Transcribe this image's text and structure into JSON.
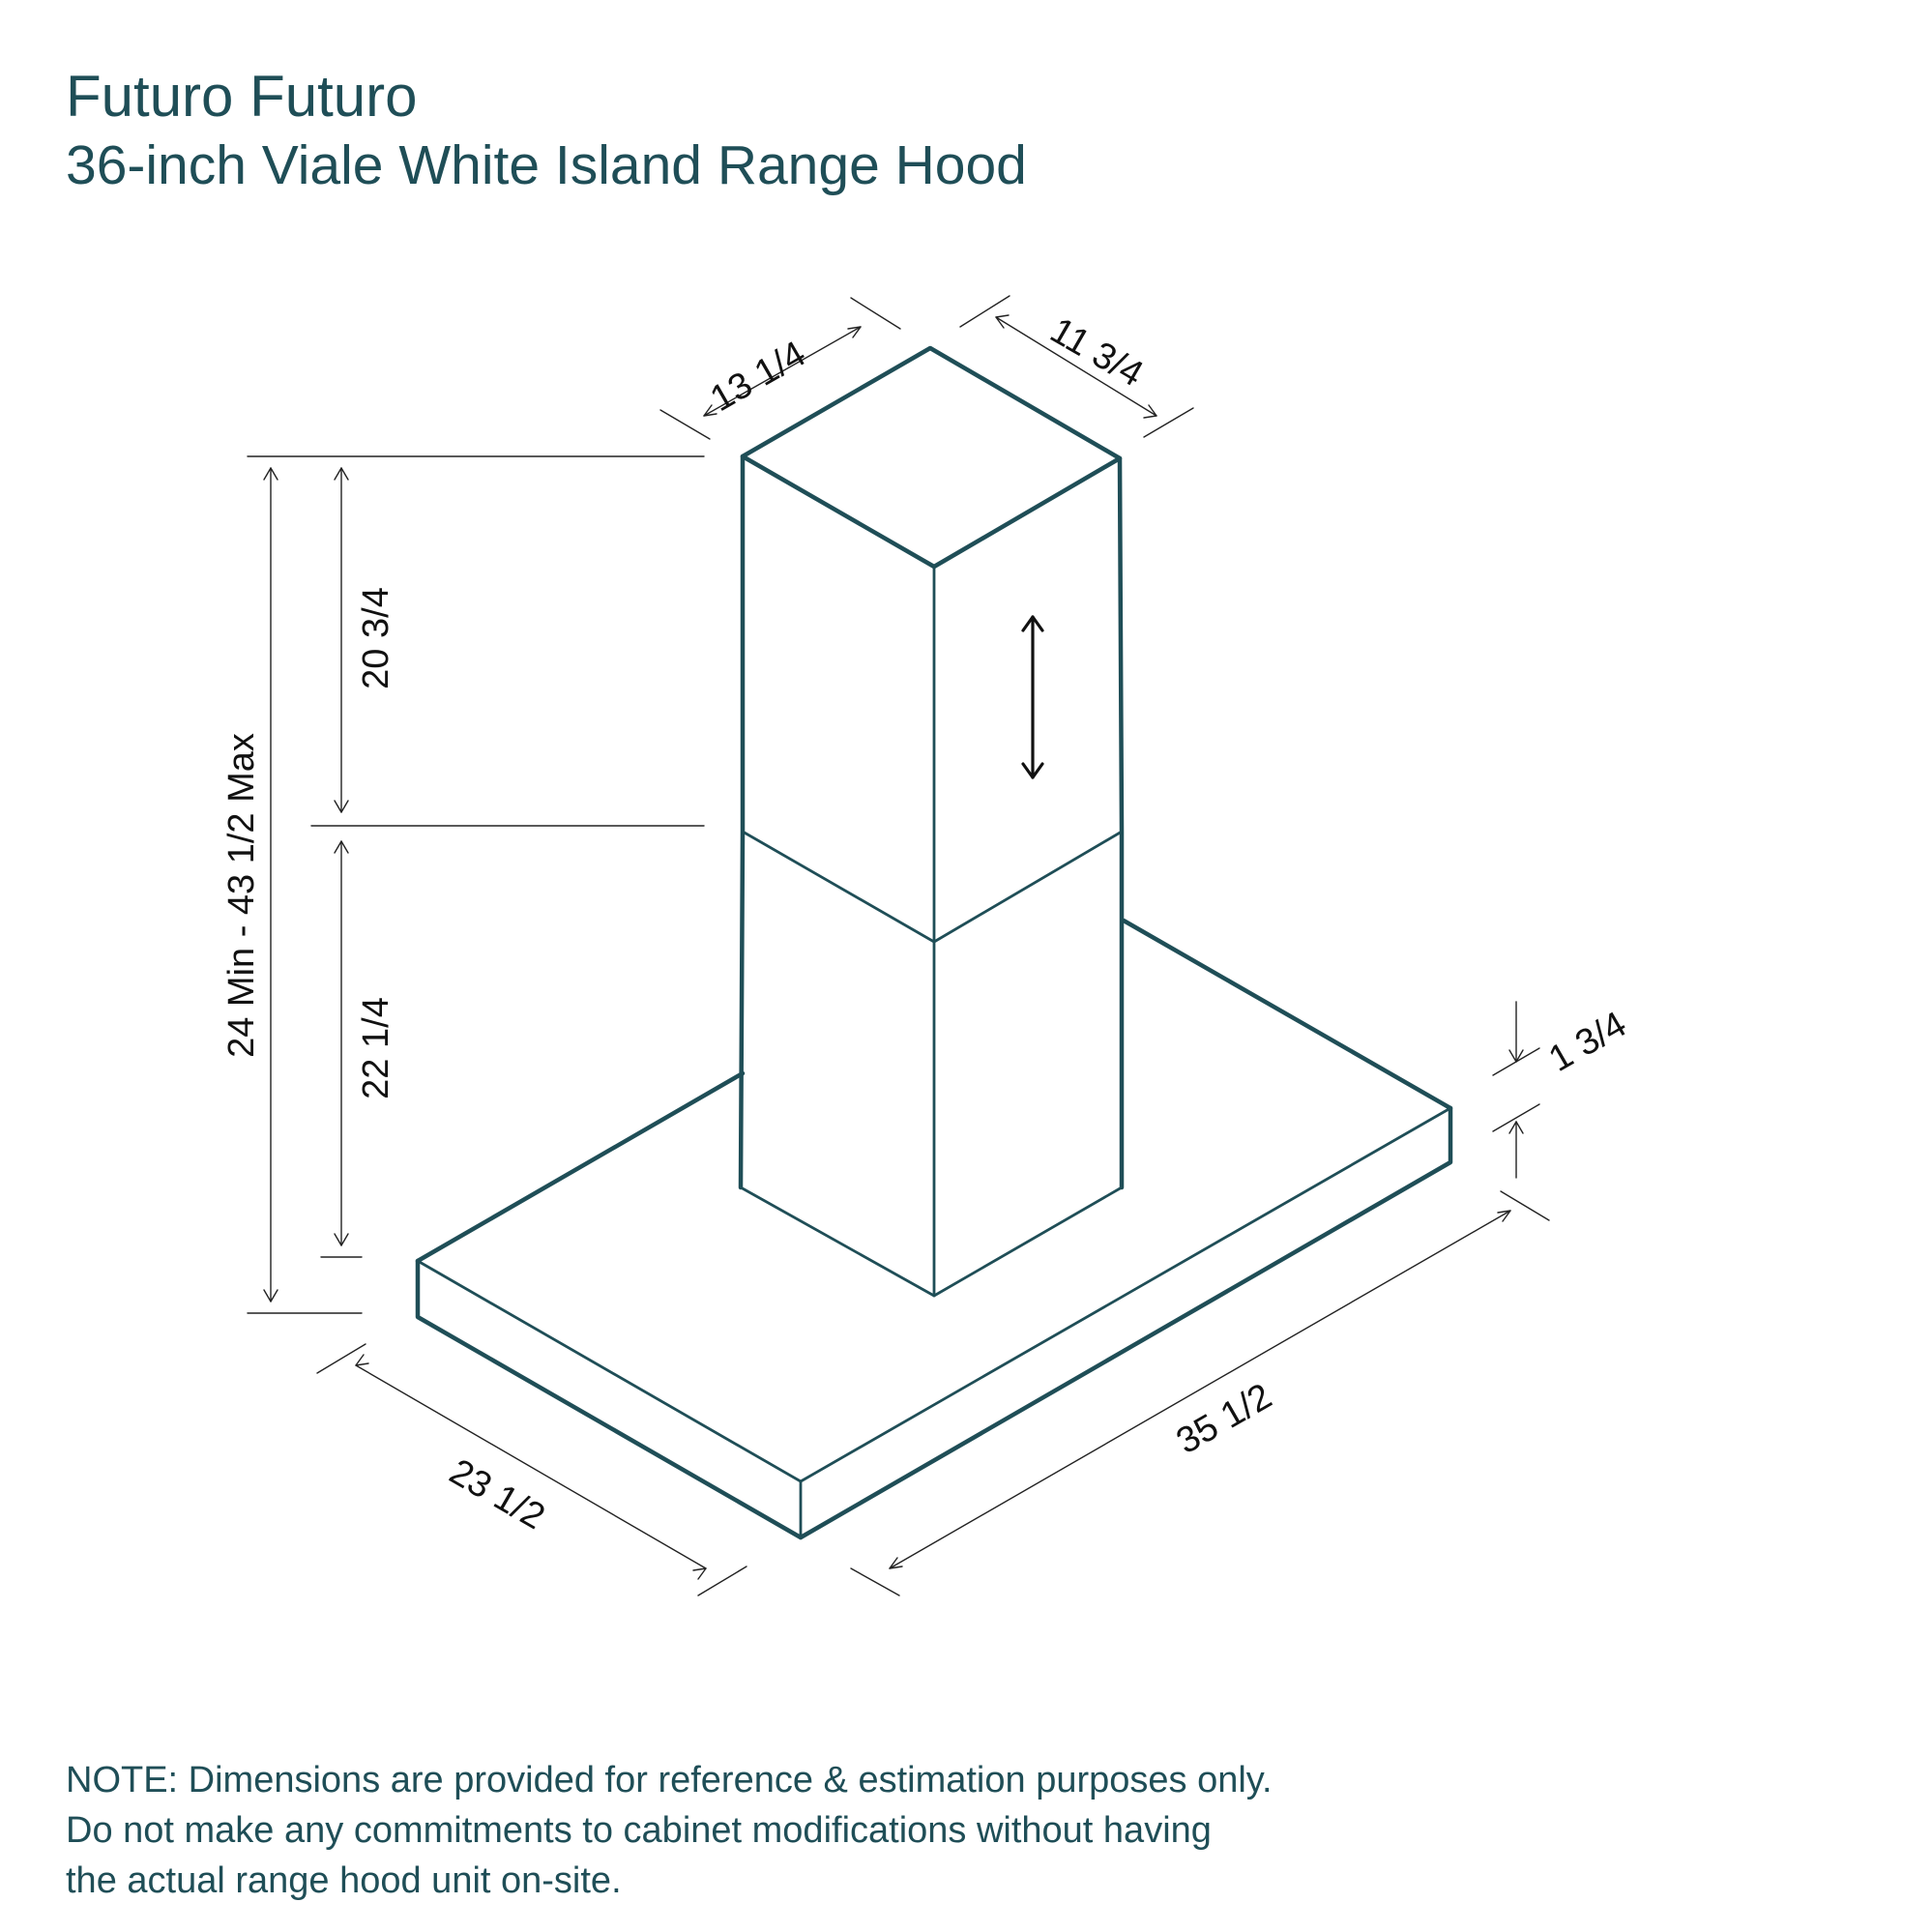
{
  "title": {
    "brand": "Futuro Futuro",
    "product": "36-inch Viale White Island Range Hood"
  },
  "dimensions": {
    "chimney_width": "13 1/4",
    "chimney_depth": "11 3/4",
    "total_height": "24 Min - 43 1/2 Max",
    "upper_chimney_height": "20 3/4",
    "lower_chimney_height": "22 1/4",
    "canopy_thickness": "1 3/4",
    "canopy_width": "35 1/2",
    "canopy_depth": "23 1/2"
  },
  "note": {
    "lines": [
      "NOTE: Dimensions are provided for reference & estimation purposes only.",
      "Do not make any commitments to cabinet modifications without having",
      "the actual range hood unit on-site."
    ]
  },
  "colors": {
    "text": "#1f4e57",
    "outline": "#1f4e57",
    "dimension": "#222222"
  }
}
